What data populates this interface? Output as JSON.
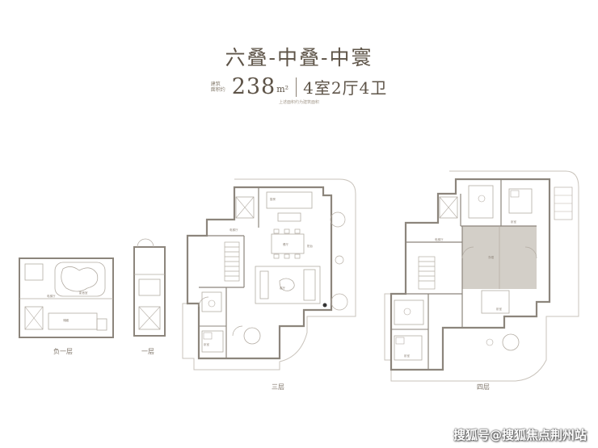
{
  "header": {
    "title": "六叠-中叠-中寰",
    "area_value": "238",
    "area_unit": "m²",
    "layout_text": "4室2厅4卫"
  },
  "floors": [
    {
      "id": "b1",
      "label": "负一层"
    },
    {
      "id": "f1",
      "label": "一层"
    },
    {
      "id": "f3",
      "label": "三层"
    },
    {
      "id": "f4",
      "label": "四层"
    }
  ],
  "watermark": "搜狐号@搜狐焦点荆州站",
  "colors": {
    "wall": "#8c857c",
    "line": "#b3aca3",
    "terrace": "#c9c3bb",
    "highlight": "#cfcbc4",
    "text": "#5e5448"
  }
}
